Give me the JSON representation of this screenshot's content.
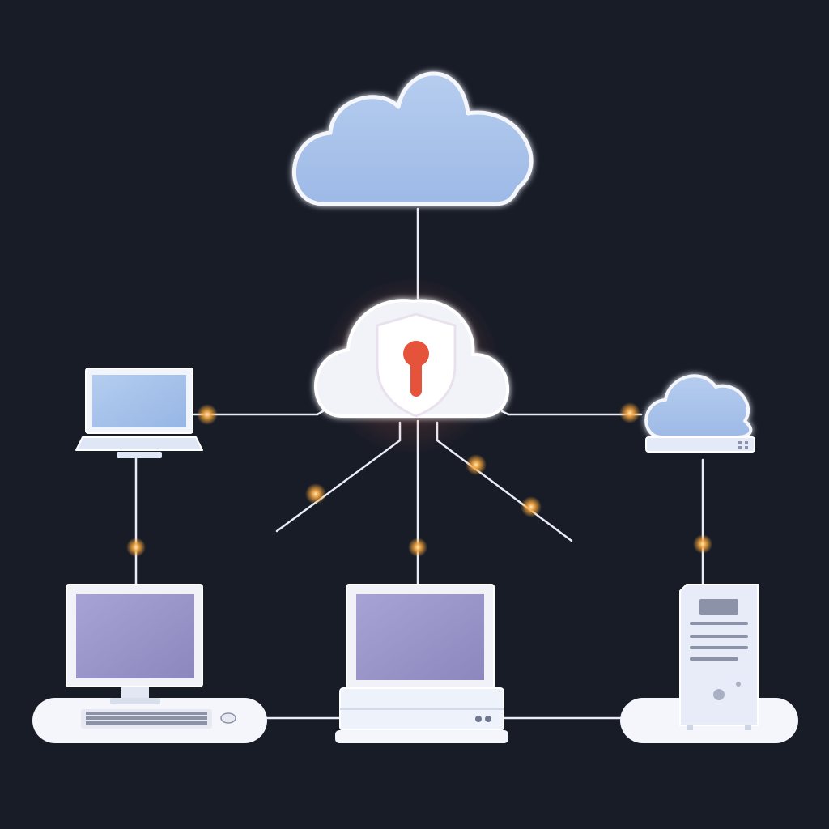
{
  "diagram": {
    "background": "#181c27",
    "colors": {
      "line": "#e9ecf6",
      "cloud_fill": "#a9c4ea",
      "device_body": "#eef2fb",
      "screen_blue": "#9fbde8",
      "screen_purple": "#9490c4",
      "glow": "#f6a63c",
      "lock": "#e5533a"
    },
    "nodes": [
      {
        "id": "main-cloud",
        "icon": "cloud-icon"
      },
      {
        "id": "secure-cloud-hub",
        "icon": "cloud-shield-lock-icon"
      },
      {
        "id": "laptop",
        "icon": "laptop-icon"
      },
      {
        "id": "small-cloud",
        "icon": "cloud-icon"
      },
      {
        "id": "desktop-workstation",
        "icon": "desktop-computer-icon"
      },
      {
        "id": "terminal",
        "icon": "monitor-terminal-icon"
      },
      {
        "id": "server-tower",
        "icon": "server-tower-icon"
      }
    ],
    "connections": [
      {
        "from": "main-cloud",
        "to": "secure-cloud-hub"
      },
      {
        "from": "secure-cloud-hub",
        "to": "laptop"
      },
      {
        "from": "secure-cloud-hub",
        "to": "small-cloud"
      },
      {
        "from": "secure-cloud-hub",
        "to": "terminal"
      },
      {
        "from": "laptop",
        "to": "desktop-workstation"
      },
      {
        "from": "small-cloud",
        "to": "server-tower"
      },
      {
        "from": "desktop-workstation",
        "to": "terminal"
      },
      {
        "from": "terminal",
        "to": "server-tower"
      }
    ]
  }
}
